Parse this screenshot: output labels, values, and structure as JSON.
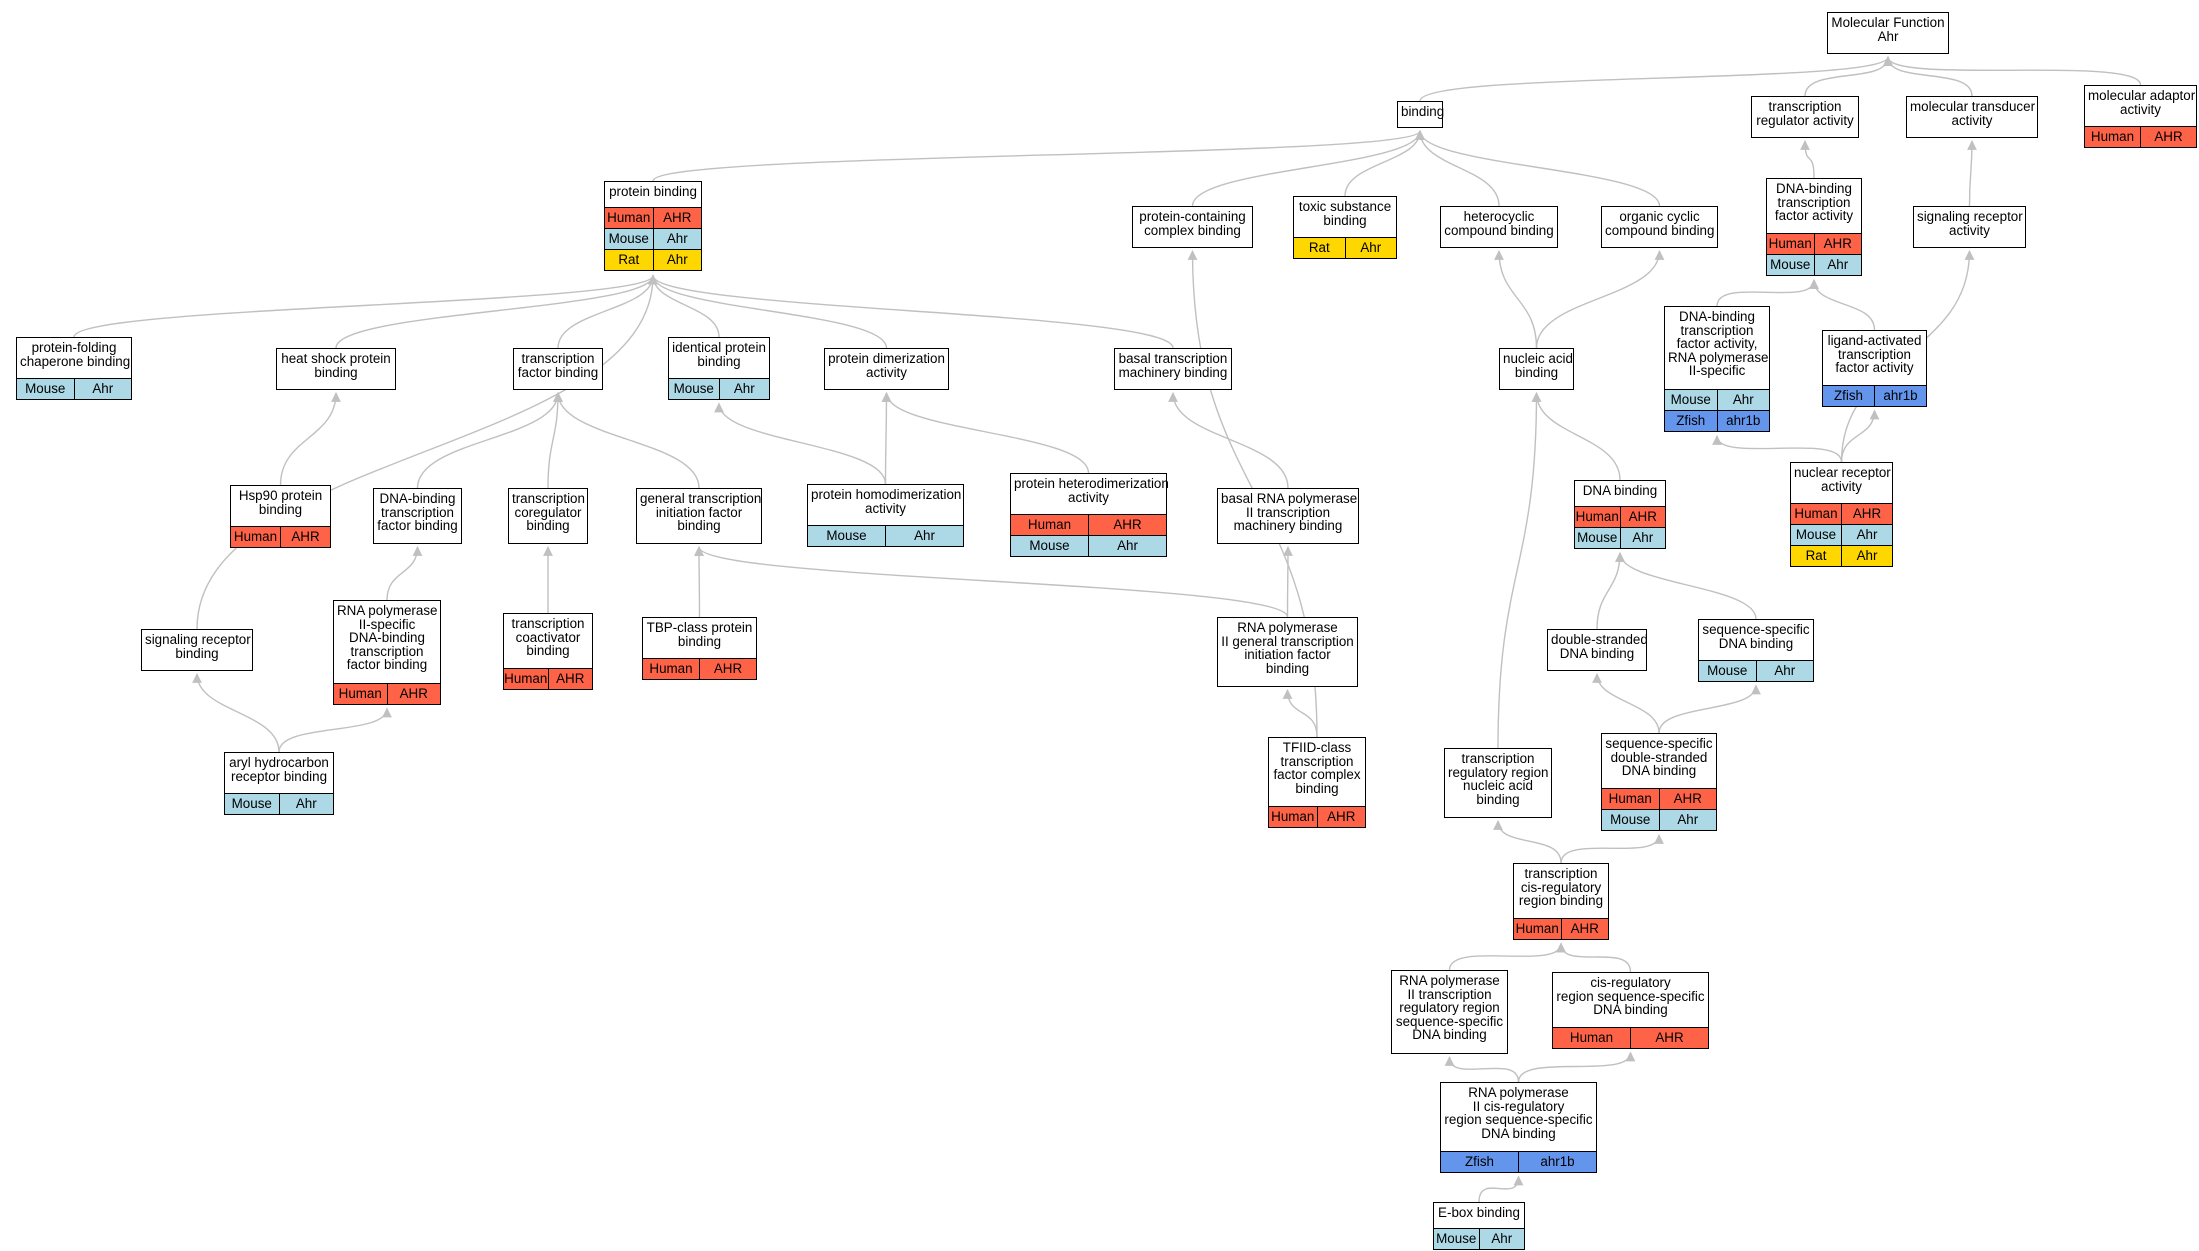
{
  "colors": {
    "Human": "#ff6347",
    "Mouse": "#add8e6",
    "Rat": "#ffd700",
    "Zfish": "#6495ed",
    "edge": "#c0c0c0"
  },
  "nodes": [
    {
      "id": "mf",
      "label": "Molecular Function\nAhr",
      "rows": []
    },
    {
      "id": "binding",
      "label": "binding",
      "rows": []
    },
    {
      "id": "trans_reg",
      "label": "transcription\nregulator activity",
      "rows": []
    },
    {
      "id": "mol_trans",
      "label": "molecular transducer\nactivity",
      "rows": []
    },
    {
      "id": "mol_adapt",
      "label": "molecular adaptor\nactivity",
      "rows": [
        [
          "Human",
          "AHR"
        ]
      ]
    },
    {
      "id": "prot_bind",
      "label": "protein binding",
      "rows": [
        [
          "Human",
          "AHR"
        ],
        [
          "Mouse",
          "Ahr"
        ],
        [
          "Rat",
          "Ahr"
        ]
      ]
    },
    {
      "id": "prot_cont",
      "label": "protein-containing\ncomplex binding",
      "rows": []
    },
    {
      "id": "toxic",
      "label": "toxic substance\nbinding",
      "rows": [
        [
          "Rat",
          "Ahr"
        ]
      ]
    },
    {
      "id": "hetero",
      "label": "heterocyclic\ncompound binding",
      "rows": []
    },
    {
      "id": "organic",
      "label": "organic cyclic\ncompound binding",
      "rows": []
    },
    {
      "id": "dbtfa",
      "label": "DNA-binding\ntranscription\nfactor activity",
      "rows": [
        [
          "Human",
          "AHR"
        ],
        [
          "Mouse",
          "Ahr"
        ]
      ]
    },
    {
      "id": "sig_rec_act",
      "label": "signaling receptor\nactivity",
      "rows": []
    },
    {
      "id": "chaperone",
      "label": "protein-folding\nchaperone binding",
      "rows": [
        [
          "Mouse",
          "Ahr"
        ]
      ]
    },
    {
      "id": "hsp_bind",
      "label": "heat shock protein\nbinding",
      "rows": []
    },
    {
      "id": "tf_bind",
      "label": "transcription\nfactor binding",
      "rows": []
    },
    {
      "id": "ident",
      "label": "identical protein\nbinding",
      "rows": [
        [
          "Mouse",
          "Ahr"
        ]
      ]
    },
    {
      "id": "dimer",
      "label": "protein dimerization\nactivity",
      "rows": []
    },
    {
      "id": "basal_tm",
      "label": "basal transcription\nmachinery binding",
      "rows": []
    },
    {
      "id": "nucleic",
      "label": "nucleic acid\nbinding",
      "rows": []
    },
    {
      "id": "dbtfa_pol2",
      "label": "DNA-binding\ntranscription\nfactor activity,\nRNA polymerase\nII-specific",
      "rows": [
        [
          "Mouse",
          "Ahr"
        ],
        [
          "Zfish",
          "ahr1b"
        ]
      ]
    },
    {
      "id": "ligand",
      "label": "ligand-activated\ntranscription\nfactor activity",
      "rows": [
        [
          "Zfish",
          "ahr1b"
        ]
      ]
    },
    {
      "id": "hsp90",
      "label": "Hsp90 protein\nbinding",
      "rows": [
        [
          "Human",
          "AHR"
        ]
      ]
    },
    {
      "id": "dbtf_bind",
      "label": "DNA-binding\ntranscription\nfactor binding",
      "rows": []
    },
    {
      "id": "coreg",
      "label": "transcription\ncoregulator\nbinding",
      "rows": []
    },
    {
      "id": "gtif",
      "label": "general transcription\ninitiation factor\nbinding",
      "rows": []
    },
    {
      "id": "homodimer",
      "label": "protein homodimerization\nactivity",
      "rows": [
        [
          "Mouse",
          "Ahr"
        ]
      ]
    },
    {
      "id": "heterodimer",
      "label": "protein heterodimerization\nactivity",
      "rows": [
        [
          "Human",
          "AHR"
        ],
        [
          "Mouse",
          "Ahr"
        ]
      ]
    },
    {
      "id": "basal_rna",
      "label": "basal RNA polymerase\nII transcription\nmachinery binding",
      "rows": []
    },
    {
      "id": "dna_bind",
      "label": "DNA binding",
      "rows": [
        [
          "Human",
          "AHR"
        ],
        [
          "Mouse",
          "Ahr"
        ]
      ]
    },
    {
      "id": "nuc_rec",
      "label": "nuclear receptor\nactivity",
      "rows": [
        [
          "Human",
          "AHR"
        ],
        [
          "Mouse",
          "Ahr"
        ],
        [
          "Rat",
          "Ahr"
        ]
      ]
    },
    {
      "id": "sig_rec_bind",
      "label": "signaling receptor\nbinding",
      "rows": []
    },
    {
      "id": "rnapol2_dbtf",
      "label": "RNA polymerase\nII-specific\nDNA-binding\ntranscription\nfactor binding",
      "rows": [
        [
          "Human",
          "AHR"
        ]
      ]
    },
    {
      "id": "coact",
      "label": "transcription\ncoactivator\nbinding",
      "rows": [
        [
          "Human",
          "AHR"
        ]
      ]
    },
    {
      "id": "tbp",
      "label": "TBP-class protein\nbinding",
      "rows": [
        [
          "Human",
          "AHR"
        ]
      ]
    },
    {
      "id": "rna_gtif",
      "label": "RNA polymerase\nII general transcription\ninitiation factor\nbinding",
      "rows": []
    },
    {
      "id": "ds_dna",
      "label": "double-stranded\nDNA binding",
      "rows": []
    },
    {
      "id": "ss_dna",
      "label": "sequence-specific\nDNA binding",
      "rows": [
        [
          "Mouse",
          "Ahr"
        ]
      ]
    },
    {
      "id": "aryl",
      "label": "aryl hydrocarbon\nreceptor binding",
      "rows": [
        [
          "Mouse",
          "Ahr"
        ]
      ]
    },
    {
      "id": "tfiid",
      "label": "TFIID-class\ntranscription\nfactor complex\nbinding",
      "rows": [
        [
          "Human",
          "AHR"
        ]
      ]
    },
    {
      "id": "trr_nab",
      "label": "transcription\nregulatory region\nnucleic acid\nbinding",
      "rows": []
    },
    {
      "id": "ssds",
      "label": "sequence-specific\ndouble-stranded\nDNA binding",
      "rows": [
        [
          "Human",
          "AHR"
        ],
        [
          "Mouse",
          "Ahr"
        ]
      ]
    },
    {
      "id": "cis_reg",
      "label": "transcription\ncis-regulatory\nregion binding",
      "rows": [
        [
          "Human",
          "AHR"
        ]
      ]
    },
    {
      "id": "rna_trr",
      "label": "RNA polymerase\nII transcription\nregulatory region\nsequence-specific\nDNA binding",
      "rows": []
    },
    {
      "id": "cis_seq",
      "label": "cis-regulatory\nregion sequence-specific\nDNA binding",
      "rows": [
        [
          "Human",
          "AHR"
        ]
      ]
    },
    {
      "id": "rna_cis",
      "label": "RNA polymerase\nII cis-regulatory\nregion sequence-specific\nDNA binding",
      "rows": [
        [
          "Zfish",
          "ahr1b"
        ]
      ]
    },
    {
      "id": "ebox",
      "label": "E-box binding",
      "rows": [
        [
          "Mouse",
          "Ahr"
        ]
      ]
    }
  ]
}
